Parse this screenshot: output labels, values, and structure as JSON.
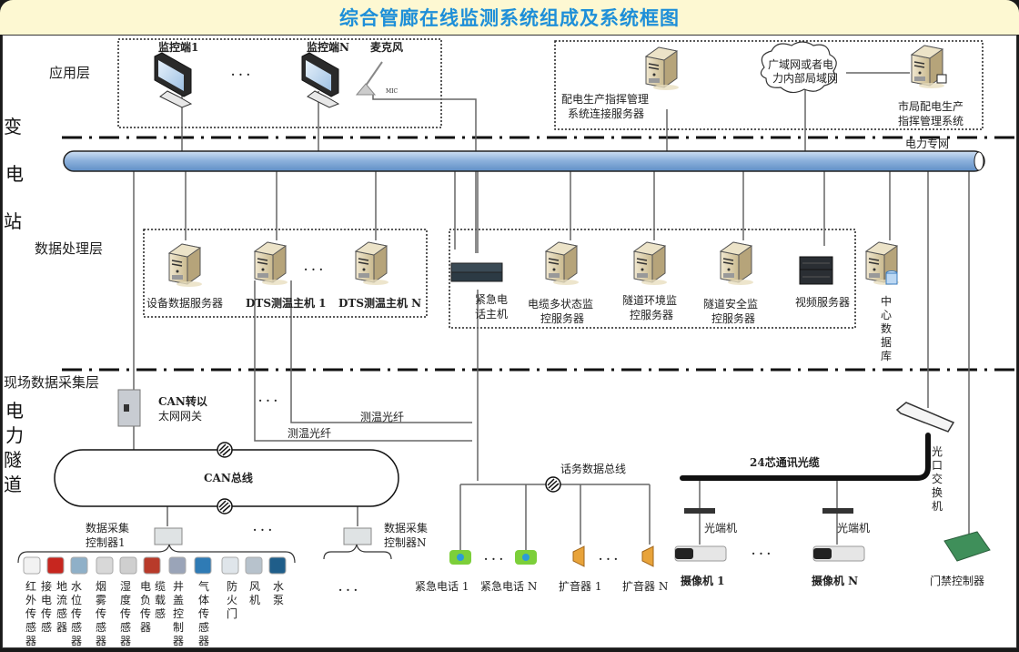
{
  "title": "综合管廊在线监测系统组成及系统框图",
  "side_labels": {
    "substation": [
      "变",
      "电",
      "站"
    ],
    "tunnel": [
      "电",
      "力",
      "隧",
      "道"
    ]
  },
  "layers": {
    "application": "应用层",
    "processing": "数据处理层",
    "field": "现场数据采集层"
  },
  "application_layer": {
    "monitor_1": "监控端1",
    "monitor_n": "监控端N",
    "ellipsis": "· · ·",
    "microphone": "麦克风",
    "mic_tag": "MIC",
    "dispatch_server": [
      "配电生产指挥管理",
      "系统连接服务器"
    ],
    "wan_cloud": [
      "广域网或者电",
      "力内部局域网"
    ],
    "city_system": [
      "市局配电生产",
      "指挥管理系统"
    ]
  },
  "backbone": {
    "label": "电力专网"
  },
  "processing_layer": {
    "device_server": "设备数据服务器",
    "dts_1": "DTS测温主机 1",
    "dts_n": "DTS测温主机 N",
    "ellipsis": "· · ·",
    "emergency_host": [
      "紧急电",
      "话主机"
    ],
    "cable_server": [
      "电缆多状态监",
      "控服务器"
    ],
    "env_server": [
      "隧道环境监",
      "控服务器"
    ],
    "safety_server": [
      "隧道安全监",
      "控服务器"
    ],
    "video_server": "视频服务器",
    "central_db": [
      "中",
      "心",
      "数",
      "据",
      "库"
    ]
  },
  "field_layer": {
    "can_gateway": [
      "CAN转以",
      "太网网关"
    ],
    "fiber_1": "测温光纤",
    "fiber_2": "测温光纤",
    "ellipsis": "· · ·",
    "can_bus": "CAN总线",
    "collector_1": [
      "数据采集",
      "控制器1"
    ],
    "collector_n": [
      "数据采集",
      "控制器N"
    ],
    "sensors": [
      [
        "红",
        "外",
        "传",
        "感",
        "器"
      ],
      [
        "接",
        "电",
        "传",
        "感"
      ],
      [
        "地",
        "流",
        "感",
        "器"
      ],
      [
        "水",
        "位",
        "传",
        "感",
        "器"
      ],
      [
        "烟",
        "雾",
        "传",
        "感",
        "器"
      ],
      [
        "湿",
        "度",
        "传",
        "感",
        "器"
      ],
      [
        "电",
        "负",
        "传",
        "器"
      ],
      [
        "缆",
        "载",
        "感"
      ],
      [
        "井",
        "盖",
        "控",
        "制",
        "器"
      ],
      [
        "气",
        "体",
        "传",
        "感",
        "器"
      ],
      [
        "防",
        "火",
        "门"
      ],
      [
        "风",
        "机"
      ],
      [
        "水",
        "泵"
      ]
    ],
    "voice_bus": "话务数据总线",
    "phone_1": "紧急电话 1",
    "phone_n": "紧急电话  N",
    "speaker_1": "扩音器 1",
    "speaker_n": "扩音器  N",
    "fiber_cable": "24芯通讯光缆",
    "optical_terminal_1": "光端机",
    "optical_terminal_n": "光端机",
    "camera_1": "摄像机 1",
    "camera_n": "摄像机  N",
    "optical_switch": [
      "光",
      "口",
      "交",
      "换",
      "机"
    ],
    "access_controller": "门禁控制器"
  }
}
